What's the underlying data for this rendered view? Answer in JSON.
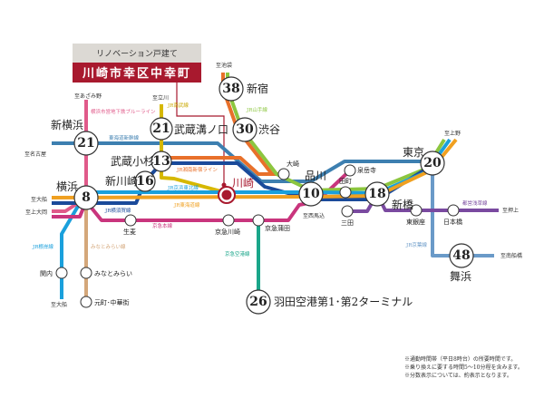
{
  "header": {
    "subtitle": "リノベーション戸建て",
    "title": "川崎市幸区中幸町"
  },
  "colors": {
    "shinkansen": "#3d7fb0",
    "yamanote": "#8cc63f",
    "shonan": "#e8702a",
    "yokosuka": "#1a4a9a",
    "keihin": "#1aa0dc",
    "tokaido": "#f0a020",
    "nambu": "#d6b800",
    "blueline": "#e05a8a",
    "keikyu": "#c9357d",
    "airport": "#1aa68a",
    "minatomirai": "#d4a77a",
    "asakusa": "#7a4aa0",
    "keiyo": "#6a9ac8",
    "accent": "#b3132b"
  },
  "destination": {
    "name": "川崎"
  },
  "stations": [
    {
      "name": "新宿",
      "minutes": "38"
    },
    {
      "name": "渋谷",
      "minutes": "30"
    },
    {
      "name": "武蔵溝ノ口",
      "minutes": "21"
    },
    {
      "name": "新横浜",
      "minutes": "21"
    },
    {
      "name": "武蔵小杉",
      "minutes": "13"
    },
    {
      "name": "新川崎",
      "minutes": "16"
    },
    {
      "name": "横浜",
      "minutes": "8"
    },
    {
      "name": "品川",
      "minutes": "10"
    },
    {
      "name": "新橋",
      "minutes": "18"
    },
    {
      "name": "東京",
      "minutes": "20"
    },
    {
      "name": "舞浜",
      "minutes": "48"
    },
    {
      "name": "羽田空港第1･第2ターミナル",
      "minutes": "26"
    }
  ],
  "small_stations": [
    "大崎",
    "泉岳寺",
    "田町",
    "三田",
    "東銀座",
    "日本橋",
    "生麦",
    "京急川崎",
    "京急蒲田",
    "関内",
    "みなとみらい",
    "元町･中華街"
  ],
  "directions": [
    "至池袋",
    "至あざみ野",
    "至立川",
    "至名古屋",
    "至大船",
    "至上大岡",
    "至上野",
    "至押上",
    "至南船橋",
    "至西馬込",
    "至大船"
  ],
  "lines": [
    "横浜市営地下鉄ブルーライン",
    "JR南武線",
    "JR山手線",
    "東海道新幹線",
    "JR湘南新宿ライン",
    "JR京浜東北線",
    "JR東海道線",
    "JR横須賀線",
    "京急本線",
    "京急空港線",
    "JR根岸線",
    "みなとみらい線",
    "都営浅草線",
    "JR京葉線"
  ],
  "notes": [
    "※通勤時間帯（平日8時台）の所要時間です。",
    "※乗り換えに要する時間5～10分程を含みます。",
    "※分数表示については、約表示となります。"
  ]
}
